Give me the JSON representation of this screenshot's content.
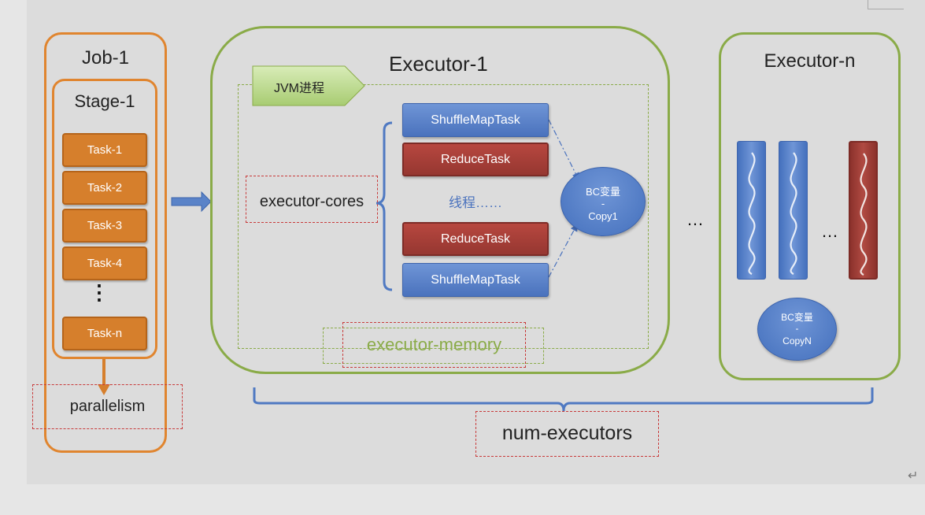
{
  "job": {
    "title": "Job-1",
    "stage_title": "Stage-1",
    "tasks": [
      "Task-1",
      "Task-2",
      "Task-3",
      "Task-4"
    ],
    "ellipsis": "⋮",
    "last_task": "Task-n",
    "parallelism": "parallelism"
  },
  "executor1": {
    "title": "Executor-1",
    "jvm": "JVM进程",
    "cores": "executor-cores",
    "tasks": [
      "ShuffleMapTask",
      "ReduceTask",
      "ReduceTask",
      "ShuffleMapTask"
    ],
    "threads": "线程……",
    "bc_line1": "BC变量",
    "bc_line2": "-",
    "bc_line3": "Copy1",
    "memory": "executor-memory"
  },
  "between_dots": "…",
  "executorN": {
    "title": "Executor-n",
    "dots": "…",
    "bc_line1": "BC变量",
    "bc_line2": "-",
    "bc_line3": "CopyN"
  },
  "num_executors": "num-executors",
  "return_mark": "↵",
  "colors": {
    "orange": "#e0852f",
    "green": "#8aab48",
    "blue": "#4a72bd",
    "red": "#9a3a33",
    "bracket": "#4f79c2"
  }
}
